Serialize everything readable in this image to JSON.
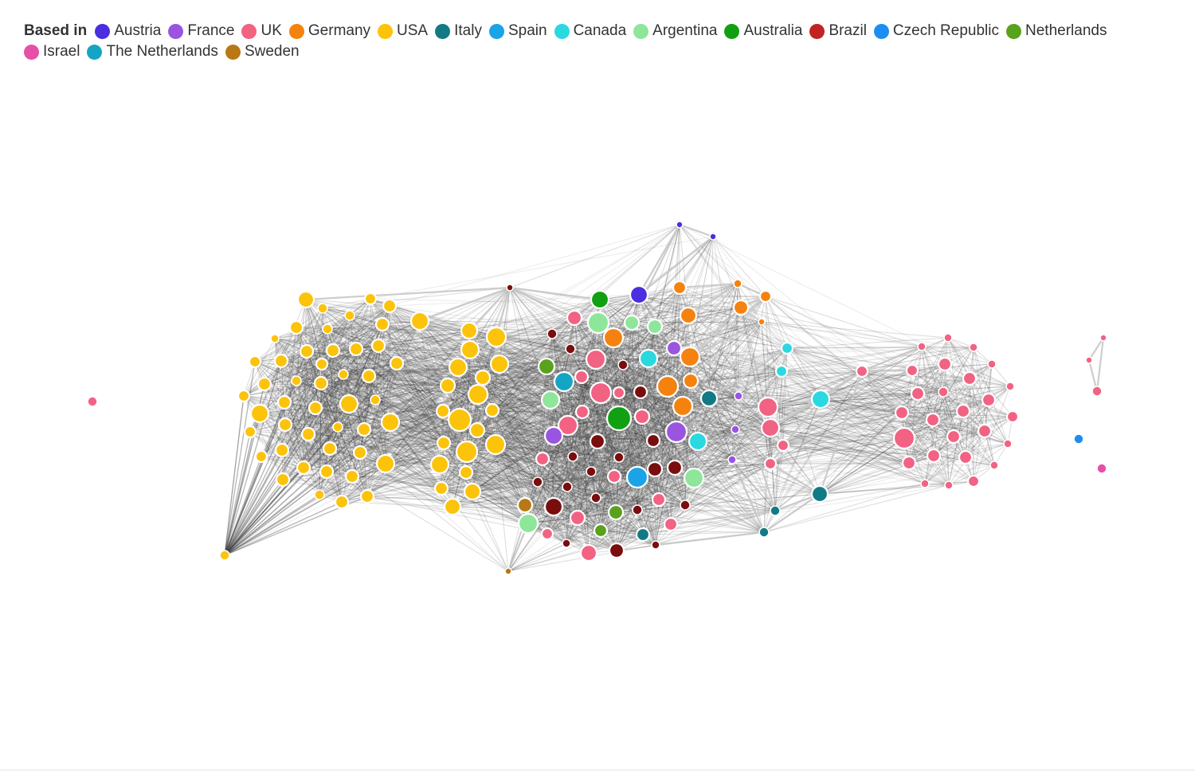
{
  "legend": {
    "title": "Based in",
    "items": [
      {
        "label": "Austria",
        "color": "#4a2ee0"
      },
      {
        "label": "France",
        "color": "#9a55e0"
      },
      {
        "label": "UK",
        "color": "#f26283"
      },
      {
        "label": "Germany",
        "color": "#f5820f"
      },
      {
        "label": "USA",
        "color": "#fcc30b"
      },
      {
        "label": "Italy",
        "color": "#127a85"
      },
      {
        "label": "Spain",
        "color": "#1aa3e6"
      },
      {
        "label": "Canada",
        "color": "#2ad8e0"
      },
      {
        "label": "Argentina",
        "color": "#8ee69a"
      },
      {
        "label": "Australia",
        "color": "#11a011"
      },
      {
        "label": "Brazil",
        "color": "#c22323"
      },
      {
        "label": "Czech Republic",
        "color": "#1d8ef0"
      },
      {
        "label": "Netherlands",
        "color": "#5aa11c"
      },
      {
        "label": "Israel",
        "color": "#e84fa8"
      },
      {
        "label": "The Netherlands",
        "color": "#15a5c4"
      },
      {
        "label": "Sweden",
        "color": "#b87813"
      }
    ]
  },
  "colors": {
    "edge": "#3a3a3a",
    "edge_light": "#c8c8c8",
    "node_stroke": "#ffffff",
    "dark_red": "#7a0d0d"
  }
}
